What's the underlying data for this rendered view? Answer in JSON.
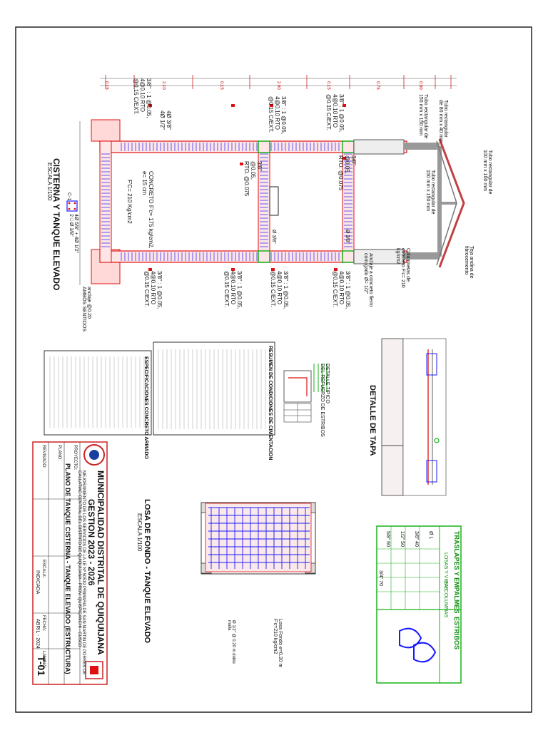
{
  "colors": {
    "border": "#222222",
    "rebar_blue": "#1a1aff",
    "rebar_red": "#e01010",
    "concrete": "#ffd8d8",
    "green": "#19b219",
    "pink_fill": "#ffe9e9",
    "grey_steel": "#999999"
  },
  "main_view": {
    "title": "CISTERNA Y TANQUE ELEVADO",
    "scale": "ESCALA 1/100",
    "notes_top": [
      "4Ø 3/8\"\n4Ø 1/2\"",
      "3/8\"  : 1 @0.05,\n4@0.10 RTO\n@0.15 C/EXT.",
      "3/8\" : 1 @0.05,\n4@0.10 RTO\n@0.15 C/EXT.",
      "3/8\" : 1 @0.05,\n4@0.10 RTO\n@0.15 C/EXT.",
      "Tubo rectangular de\n150 mm x 150 mm"
    ],
    "notes_bottom": [
      "3/8\" : 1 @0.05,\n4@0.10 RTO\n@0.15 C/EXT.",
      "3/8\" : 1 @0.05,\n4@0.10 RTO\n@0.15 C/EXT.",
      "3/8\" : 1 @0.05,\n4@0.10 RTO\n@0.15 C/EXT.",
      "Anclaje a concreto fierro\ncorrugado Ø= 1/2\"",
      "Columnetas de\nconcreto F'c= 210\nkg/cm2"
    ],
    "concreto_note": "CONCRETO F'c= 175 kg/cm2,\ne= 15 cm",
    "fc_note": "F'C= 210 Kg/cm2",
    "mid_notes": [
      "3/8\"\n@0.05,\nRTO. @0.075",
      "3/8\"\n@0.05,\nRTO. @0.075"
    ],
    "bar_note": "Ø 3/8\"",
    "bar_note2": "Ø 3/8\"",
    "tube_notes": [
      "Tubo rectangular\nde 80 mm x 40 mm",
      "Tubo rectangular de\n100 mm x 100 mm",
      "Tubo rectangular de\n150 mm x 150 mm"
    ],
    "roof_note": "Teja andina de\nfibrocemento",
    "col_label": "C-1",
    "col_note": "4Ø 5/8\" + 4Ø 1/2\"\n2 □ Ø 3/8\"",
    "anclaje_note": "anclaje @0.20\nAMBOS SENTIDOS",
    "dims": [
      "0.15",
      "2.10",
      "0.15",
      "2.60",
      "0.15",
      "0.75",
      "0.60"
    ]
  },
  "specs": {
    "title": "RESUMEN DE CONDICIONES DE CIMENTACION",
    "title2": "ESPECIFICACIONES CONCRETO ARMADO"
  },
  "detalle_tapa": {
    "title": "DETALLE DE TAPA",
    "subtitle": "DETALLE TIPICO\nDEL REFUERZO DE ESTRIBOS"
  },
  "losa": {
    "title": "LOSA DE FONDO - TANQUE ELEVADO",
    "scale": "ESCALA 1/100",
    "note1": "Losa Fondo e=0.20 m\nF'c=210 kg/cm2",
    "note2": "Ø 1/2\" @ 0.20 m doble\nmalla"
  },
  "traslapes": {
    "title": "TRASLAPES Y EMPALMES",
    "title2": "ESTRIBOS",
    "col1": "LOSAS Y VIGAS",
    "col2": "EN COLUMNAS",
    "rows": [
      [
        "Ø",
        "L"
      ],
      [
        "3/8\"",
        "40"
      ],
      [
        "1/2\"",
        "50"
      ],
      [
        "5/8\"",
        "60"
      ],
      [
        "3/4\"",
        "70"
      ]
    ]
  },
  "title_block": {
    "entity": "MUNICIPALIDAD DISTRITAL DE QUIQUIJANA",
    "period": "GESTION 2023 - 2026",
    "project": "MEJORAMIENTO DE LOS SERVICIOS DE LA I.E Nº 50519 PRIMARIA DE SAN MARTIN DE PORRES DE CALLATIAC CENTRAL DEL DISTRITO DE QUIQUIJANA - PROV. QUISPICANCHI - CUSCO",
    "plan": "PLANO DE TANQUE CISTERNA - TANQUE ELEVADO (ESTRUCTURA)",
    "labels": [
      "PROYECTO:",
      "PLANO:",
      "REVISADO:",
      "ESCALA:",
      "FECHA:",
      "LAMINA:"
    ],
    "scale": "INDICADA",
    "date": "ABRIL - 2024",
    "sheet": "T-01"
  }
}
